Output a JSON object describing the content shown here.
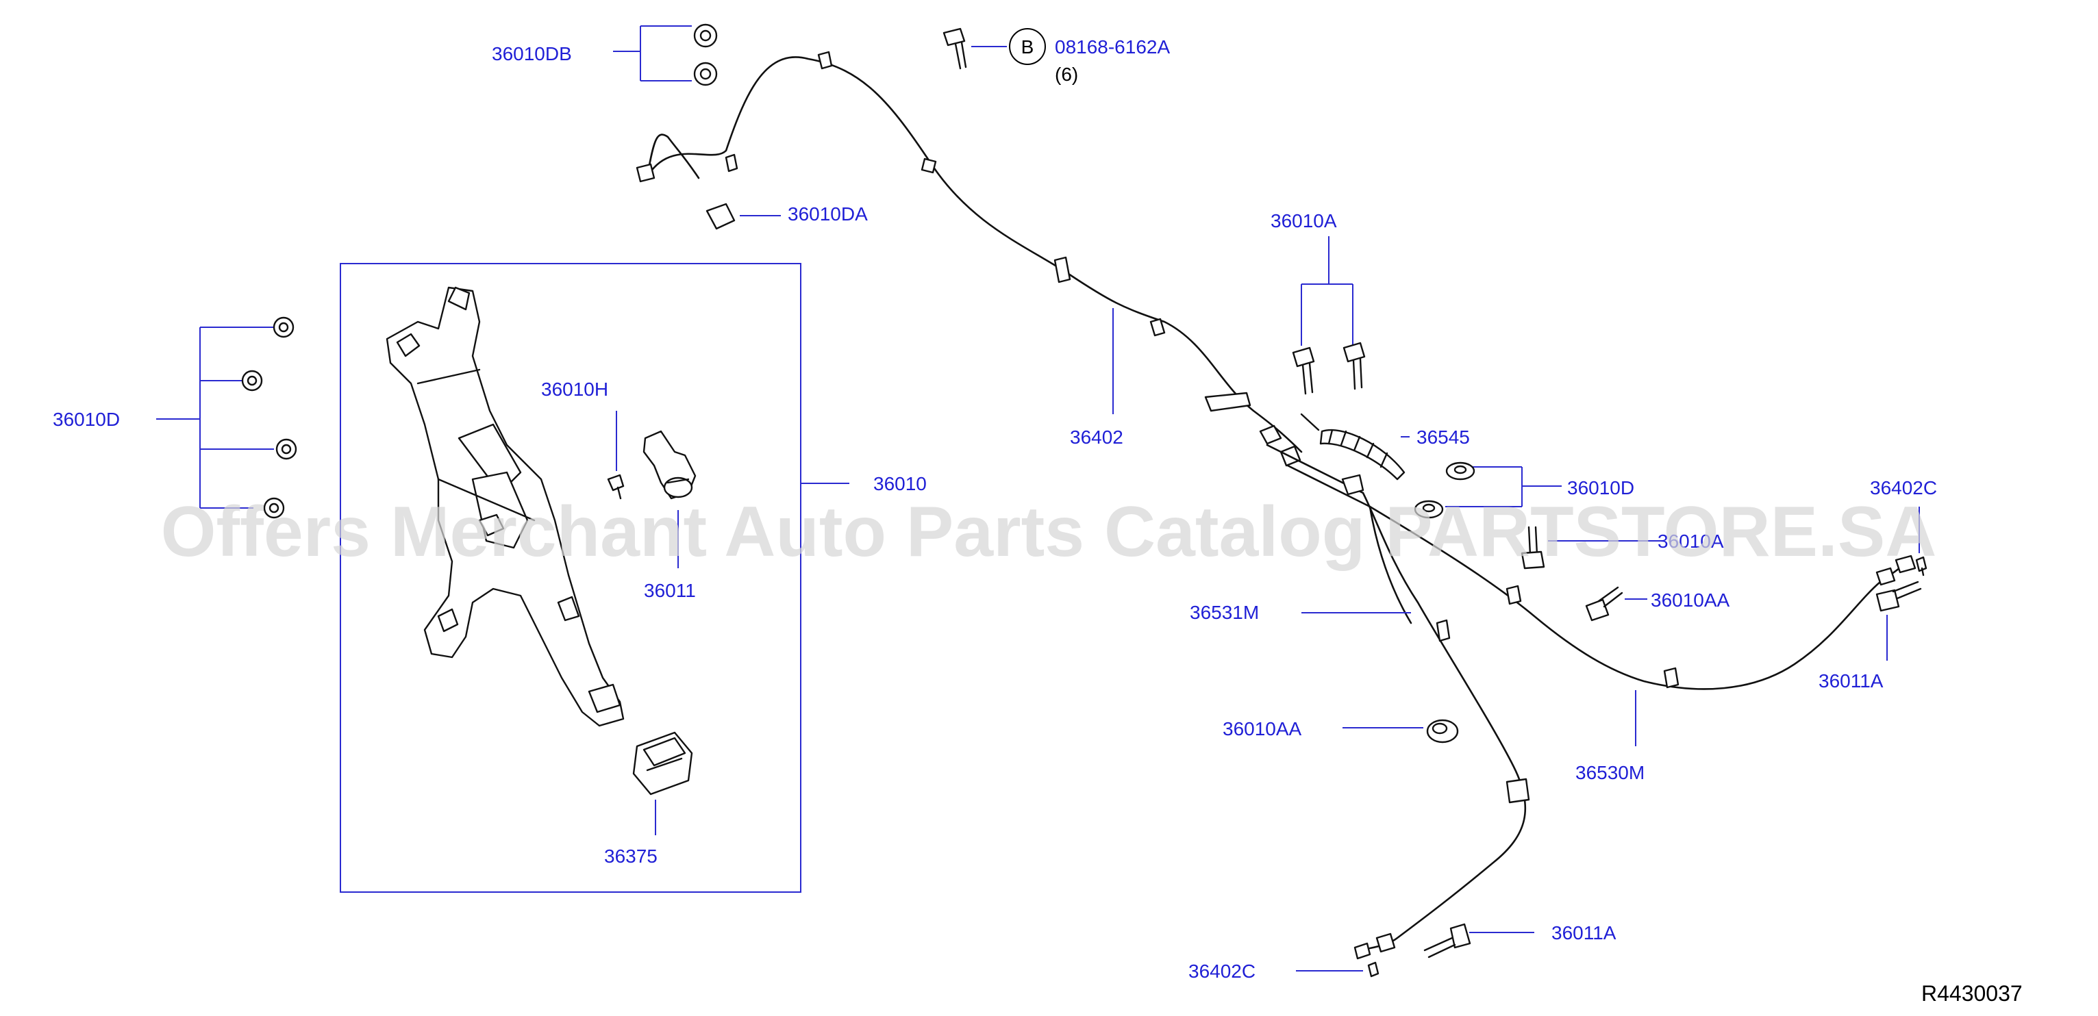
{
  "watermark": "Offers Merchant Auto Parts Catalog PARTSTORE.SA",
  "diagram_code": "R4430037",
  "callout": {
    "letter": "B",
    "part_number": "08168-6162A",
    "quantity": "(6)"
  },
  "labels": {
    "l36010DB": "36010DB",
    "l36010DA": "36010DA",
    "l36010D_left": "36010D",
    "l36010H": "36010H",
    "l36011": "36011",
    "l36010": "36010",
    "l36375": "36375",
    "l36402": "36402",
    "l36010A_top": "36010A",
    "l36545": "36545",
    "l36010D_right": "36010D",
    "l36010A_right": "36010A",
    "l36402C_right": "36402C",
    "l36010AA_right": "36010AA",
    "l36011A_right": "36011A",
    "l36531M": "36531M",
    "l36530M": "36530M",
    "l36010AA_lower": "36010AA",
    "l36011A_lower": "36011A",
    "l36402C_lower": "36402C"
  },
  "colors": {
    "label": "#1f1fd6",
    "leader": "#2a2ad0",
    "part_line": "#111111",
    "watermark": "#d6d6d6"
  }
}
